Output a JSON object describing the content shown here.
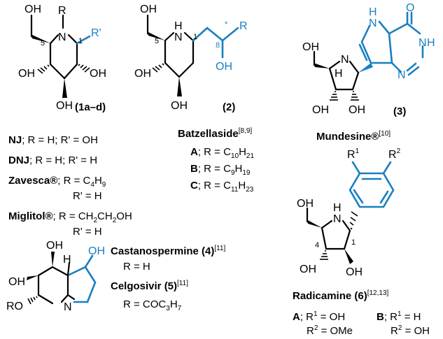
{
  "compounds": {
    "c1": {
      "label": "(1a–d)",
      "R": "R",
      "Rp": "R'",
      "N": "N",
      "OH": "OH",
      "C5": "5",
      "C1": "1"
    },
    "c2": {
      "label": "(2)",
      "NH": "N",
      "H": "H",
      "R": "R",
      "OH": "OH",
      "C5": "5",
      "C1": "1",
      "C8": "8",
      "star": "*"
    },
    "c3": {
      "label": "(3)",
      "NH": "N",
      "H": "H",
      "O": "O",
      "N": "N",
      "OH": "OH"
    },
    "c4": {
      "OH": "OH",
      "H": "H",
      "N": "N",
      "RO": "RO"
    },
    "c6": {
      "label": "Radicamine (6)",
      "refs": "[12,13]",
      "R1": "R",
      "R2": "R",
      "sup1": "1",
      "sup2": "2",
      "N": "N",
      "H": "H",
      "OH": "OH",
      "C4": "4",
      "C1": "1"
    }
  },
  "legend_1": {
    "nj_name": "NJ",
    "nj_def": "; R = H; R' = OH",
    "dnj_name": "DNJ",
    "dnj_def": "; R = H; R' = H",
    "zav_name": "Zavesca®",
    "zav_def": "; R = C",
    "zav_sub1": "4",
    "zav_h": "H",
    "zav_sub2": "9",
    "zav_line2": "R' = H",
    "mig_name": "Miglitol®",
    "mig_def": "; R = CH",
    "mig_sub1": "2",
    "mig_ch": "CH",
    "mig_sub2": "2",
    "mig_oh": "OH",
    "mig_line2": "R' = H"
  },
  "legend_2": {
    "name": "Batzellaside",
    "refs": "[8,9]",
    "A_key": "A",
    "A_def": "; R = C",
    "A_s1": "10",
    "A_h": "H",
    "A_s2": "21",
    "B_key": "B",
    "B_def": "; R = C",
    "B_s1": "9",
    "B_h": "H",
    "B_s2": "19",
    "C_key": "C",
    "C_def": "; R = C",
    "C_s1": "11",
    "C_h": "H",
    "C_s2": "23"
  },
  "legend_3": {
    "name": "Mundesine®",
    "refs": "[10]"
  },
  "legend_4": {
    "cas_name": "Castanospermine (4)",
    "cas_refs": "[11]",
    "cas_def": "R = H",
    "cel_name": "Celgosivir (5)",
    "cel_refs": "[11]",
    "cel_def": "R = COC",
    "cel_s1": "3",
    "cel_h": "H",
    "cel_s2": "7"
  },
  "legend_6": {
    "A_key": "A",
    "A_r1": "; R",
    "A_sup1": "1",
    "A_v1": " = OH",
    "A_r2": "R",
    "A_sup2": "2",
    "A_v2": " = OMe",
    "B_key": "B",
    "B_r1": "; R",
    "B_sup1": "1",
    "B_v1": " = H",
    "B_r2": "R",
    "B_sup2": "2",
    "B_v2": " = OH"
  }
}
